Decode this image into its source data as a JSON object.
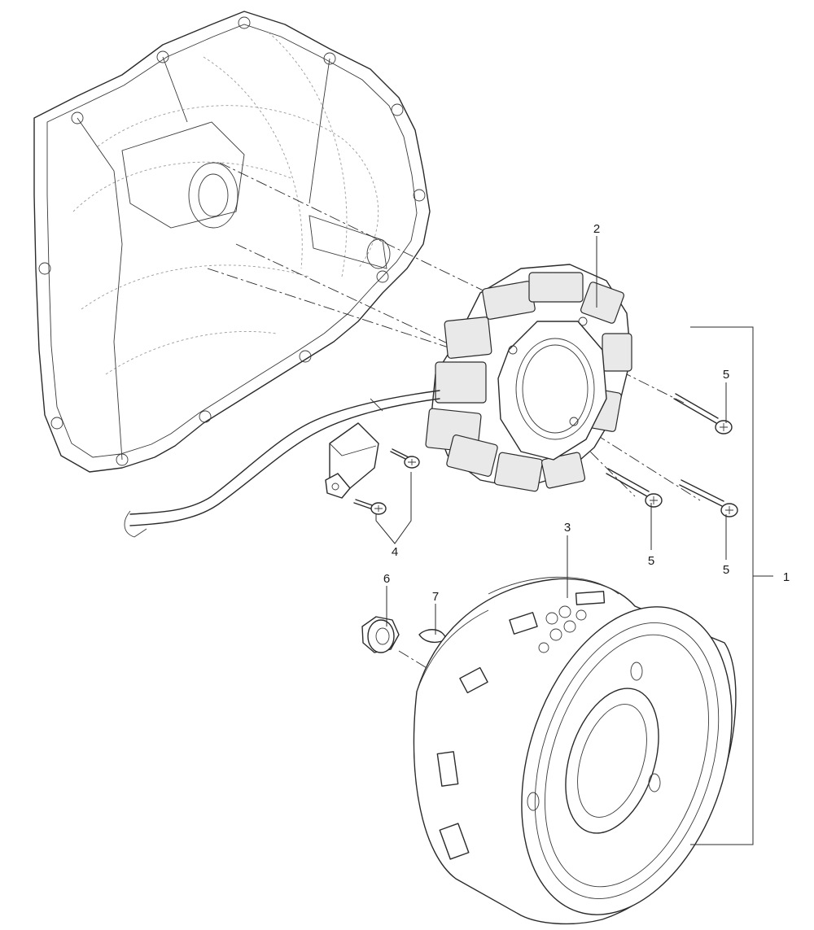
{
  "diagram": {
    "callouts": {
      "c1": "1",
      "c2": "2",
      "c3": "3",
      "c4": "4",
      "c5a": "5",
      "c5b": "5",
      "c5c": "5",
      "c6": "6",
      "c7": "7"
    }
  }
}
